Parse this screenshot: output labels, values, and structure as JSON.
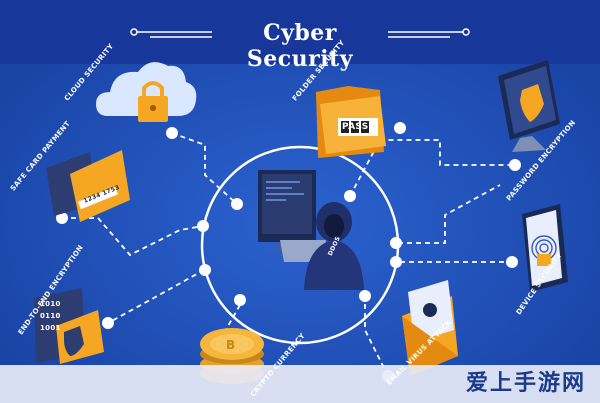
{
  "title": "Cyber Security",
  "nodes": {
    "cloud_security": "CLOUD SECURITY",
    "folder_security": "FOLDER SECURITY",
    "password_encryption": "PASSWORD ENCRYPTION",
    "safe_card_payment": "SAFE CARD PAYMENT",
    "device_security": "DEVICE SECURITY",
    "end_to_end_encryption": "END-TO-END ENCRYPTION",
    "crypto_currency": "CRYPTO CURRENCY",
    "email_virus_attack": "EMAIL VIRUS ATTACK",
    "center_hacker": "DDOS"
  },
  "folder_tag": "PASS",
  "card_number": "1234 1753",
  "binary_text": [
    "1010",
    "0110",
    "1001"
  ],
  "watermark": "爱上手游网",
  "colors": {
    "background": "#1f4fb3",
    "title_bar": "#18379a",
    "accent_orange": "#f5a623",
    "line_white": "#ffffff"
  }
}
